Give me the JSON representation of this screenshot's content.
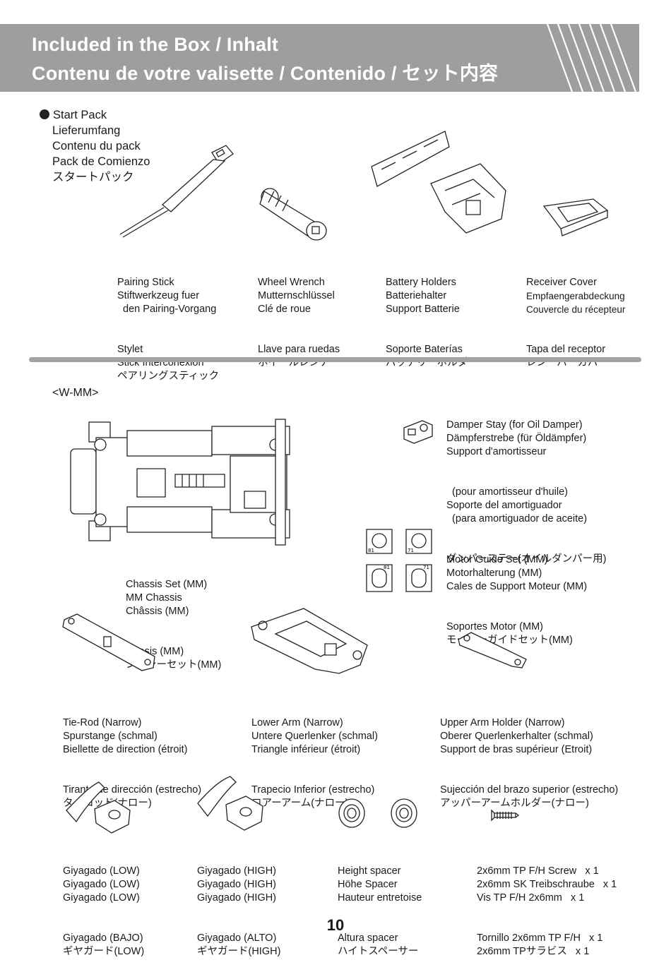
{
  "header": {
    "line1": "Included in the Box  /  Inhalt",
    "line2": "Contenu de votre valisette  /  Contenido  /  セット内容"
  },
  "start_pack": {
    "lines": [
      "Start Pack",
      "Lieferumfang",
      "Contenu du pack",
      "Pack de Comienzo",
      "スタートパック"
    ]
  },
  "top_items": [
    {
      "id": "pairing-stick",
      "lines": [
        "Pairing Stick",
        "Stiftwerkzeug fuer",
        "  den Pairing-Vorgang",
        "Stylet",
        "Stick Interconexión",
        "ペアリングスティック"
      ]
    },
    {
      "id": "wheel-wrench",
      "lines": [
        "Wheel Wrench",
        "Mutternschlüssel",
        "Clé de roue",
        "Llave para ruedas",
        "ホイールレンチ"
      ]
    },
    {
      "id": "battery-holders",
      "lines": [
        "Battery Holders",
        "Batteriehalter",
        "Support Batterie",
        "Soporte Baterías",
        "バッテリーホルダー"
      ]
    },
    {
      "id": "receiver-cover",
      "lines": [
        "Receiver Cover",
        "Empfaengerabdeckung",
        "Couvercle du récepteur",
        "Tapa del receptor",
        "レシーバーカバー"
      ]
    }
  ],
  "section_title": "<W-MM>",
  "chassis_set": {
    "lines": [
      "Chassis Set (MM)",
      "MM Chassis",
      "Châssis (MM)",
      "Chasis (MM)",
      "シャシーセット(MM)"
    ]
  },
  "damper_stay": {
    "lines": [
      "Damper Stay (for Oil Damper)",
      "Dämpferstrebe (für Öldämpfer)",
      "Support d'amortisseur",
      "  (pour amortisseur d'huile)",
      "Soporte del amortiguador",
      "  (para amortiguador de aceite)",
      "ダンパーステー(オイルダンパー用)"
    ]
  },
  "motor_guide": {
    "lines": [
      "Motor Guide Set (MM)",
      "Motorhalterung (MM)",
      "Cales de Support Moteur (MM)",
      "Soportes Motor (MM)",
      "モーターガイドセット(MM)"
    ],
    "tags": [
      "81",
      "71",
      "81",
      "71"
    ]
  },
  "middle_items": [
    {
      "id": "tie-rod",
      "lines": [
        "Tie-Rod (Narrow)",
        "Spurstange (schmal)",
        "Biellette de direction (étroit)",
        "Tirante de dirección (estrecho)",
        "タイロッド(ナロー)"
      ]
    },
    {
      "id": "lower-arm",
      "lines": [
        "Lower Arm (Narrow)",
        "Untere Querlenker (schmal)",
        "Triangle inférieur (étroit)",
        "Trapecio Inferior (estrecho)",
        "ロアーアーム(ナロー)"
      ]
    },
    {
      "id": "upper-arm-holder",
      "lines": [
        "Upper Arm Holder (Narrow)",
        "Oberer Querlenkerhalter (schmal)",
        "Support de bras supérieur (Etroit)",
        "Sujección del brazo superior (estrecho)",
        "アッパーアームホルダー(ナロー)"
      ]
    }
  ],
  "bottom_items": [
    {
      "id": "giyagado-low",
      "lines": [
        "Giyagado (LOW)",
        "Giyagado (LOW)",
        "Giyagado (LOW)",
        "Giyagado (BAJO)",
        "ギヤガード(LOW)"
      ]
    },
    {
      "id": "giyagado-high",
      "lines": [
        "Giyagado (HIGH)",
        "Giyagado (HIGH)",
        "Giyagado (HIGH)",
        "Giyagado (ALTO)",
        "ギヤガード(HIGH)"
      ]
    },
    {
      "id": "height-spacer",
      "lines": [
        "Height spacer",
        "Höhe Spacer",
        "Hauteur entretoise",
        "Altura spacer",
        "ハイトスペーサー"
      ]
    },
    {
      "id": "screw",
      "lines": [
        "2x6mm TP F/H Screw   x 1",
        "2x6mm SK Treibschraube   x 1",
        "Vis TP F/H 2x6mm   x 1",
        "Tornillo 2x6mm TP F/H   x 1",
        "2x6mm TPサラビス   x 1"
      ]
    }
  ],
  "page_number": "10"
}
